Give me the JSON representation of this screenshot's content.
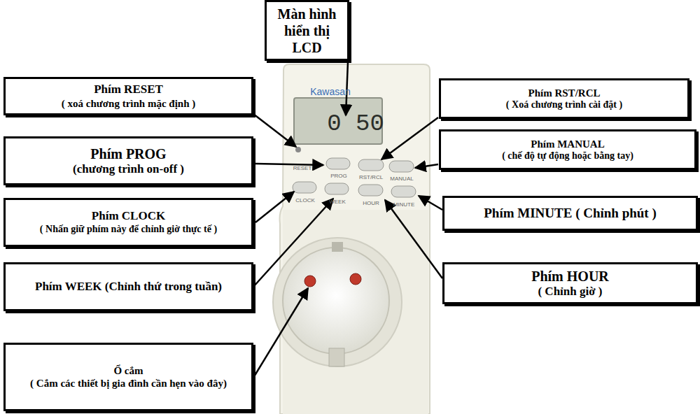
{
  "diagram": {
    "nodes": [
      {
        "text": [
          "Màn hình hiển thị LCD"
        ]
      },
      {
        "text": [
          "Phím RESET",
          "( xoá chương trình mặc định )"
        ]
      },
      {
        "text": [
          "Phím RST/RCL",
          "( Xoá chương trình cài đặt )"
        ]
      },
      {
        "text": [
          "Phím MANUAL",
          "( chế độ tự động hoặc bằng tay)"
        ]
      },
      {
        "text": [
          "Phím PROG",
          "(chương trình on-off )"
        ]
      },
      {
        "text": [
          "Phím MINUTE ( Chỉnh phút )"
        ]
      },
      {
        "text": [
          "Phím CLOCK",
          "( Nhấn giữ phím này để chỉnh giờ thực tế )"
        ]
      },
      {
        "text": [
          "Phím HOUR",
          "( Chỉnh giờ )"
        ]
      },
      {
        "text": [
          "Phím WEEK (Chỉnh thứ trong tuần)"
        ]
      },
      {
        "text": [
          "Ổ cắm",
          "( Cắm các thiết bị gia đình cần hẹn vào đây)"
        ]
      }
    ],
    "labels": [
      "Kawasan",
      "0 50",
      "RESET",
      "PROG",
      "RST/RCL",
      "MANUAL",
      "CLOCK",
      "WEEK",
      "HOUR",
      "MINUTE"
    ]
  }
}
